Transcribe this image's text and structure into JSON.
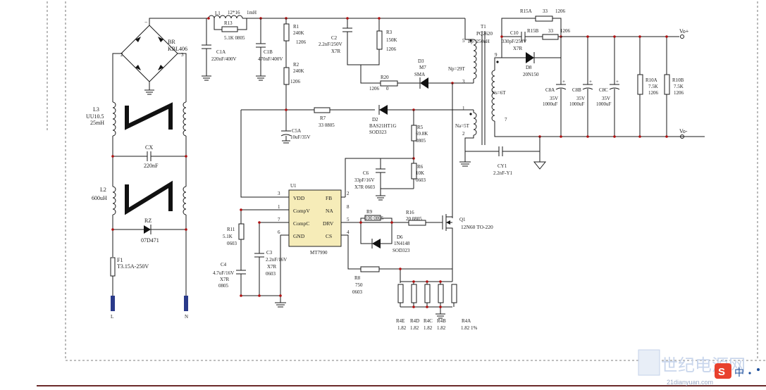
{
  "schematic": {
    "inductors": {
      "L1": "L1",
      "L1_value": "12*16",
      "L1_value2": "1mH",
      "L3": "L3",
      "L3_value": "UU10.5",
      "L3_value2": "25mH",
      "L2": "L2",
      "L2_value": "600uH"
    },
    "bridge": {
      "ref": "BR",
      "part": "KBL406",
      "pin2": "2",
      "pin3": "3"
    },
    "input": {
      "CX": "CX",
      "CX_value": "220nF",
      "RZ": "RZ",
      "RZ_part": "07D471",
      "F1": "F1",
      "F1_value": "T3.15A-250V",
      "L": "L",
      "N": "N"
    },
    "primary": {
      "C1A": "C1A",
      "C1A_value": "220nF/400V",
      "C1B": "C1B",
      "C1B_value": "470nF/400V",
      "R13": "R13",
      "R13_value": "5.1K  0805",
      "R1": "R1",
      "R1_value": "240K",
      "R1_pkg": "1206",
      "R2": "R2",
      "R2_value": "240K",
      "R2_pkg": "1206",
      "C2": "C2",
      "C2_value": "2.2nF/250V",
      "C2_type": "X7R",
      "R3": "R3",
      "R3_value": "150K",
      "R3_pkg": "1206",
      "D3": "D3",
      "D3_part": "M7",
      "D3_pkg": "SMA",
      "R20": "R20",
      "R20_value": "0",
      "R20_pkg": "1206",
      "T1": "T1",
      "T1_part": "PQ2620",
      "T1_lp": "Lp=250uH",
      "Np": "Np=29T",
      "Ns": "Ns=6T",
      "Na": "Na=5T",
      "pin5": "5",
      "pin3": "3",
      "pin1": "1",
      "pin2": "2",
      "pin9": "9",
      "pin7": "7",
      "C5A": "C5A",
      "C5A_value": "10uF/35V",
      "R7": "R7",
      "R7_value": "33  0805",
      "D2": "D2",
      "D2_part": "BAS21HT1G",
      "D2_pkg": "SOD323",
      "R5": "R5",
      "R5_value": "69.8K",
      "R5_pkg": "0805",
      "C6": "C6",
      "C6_value": "33pF/16V",
      "C6_pkg": "X7R  0603",
      "R6": "R6",
      "R6_value": "10K",
      "R6_pkg": "0603"
    },
    "secondary": {
      "R15A": "R15A",
      "R15A_value": "33",
      "R15A_pkg": "1206",
      "C10": "C10",
      "C10_value": "330pF/250V",
      "C10_type": "X7R",
      "R15B": "R15B",
      "R15B_value": "33",
      "R15B_pkg": "1206",
      "D8": "D8",
      "D8_part": "20N150",
      "C8A": "C8A",
      "C8A_v": "35V",
      "C8A_value": "1000uF",
      "C8B": "C8B",
      "C8B_v": "35V",
      "C8B_value": "1000uF",
      "C8C": "C8C",
      "C8C_v": "35V",
      "C8C_value": "1000uF",
      "R10A": "R10A",
      "R10A_value": "7.5K",
      "R10A_pkg": "1206",
      "R10B": "R10B",
      "R10B_value": "7.5K",
      "R10B_pkg": "1206",
      "vo_plus": "Vo+",
      "vo_minus": "Vo-",
      "CY1": "CY1",
      "CY1_value": "2.2nF-Y1"
    },
    "controller": {
      "U1": "U1",
      "part": "MT7990",
      "pins_left": [
        "VDD",
        "CompV",
        "CompC",
        "GND"
      ],
      "pins_right": [
        "FB",
        "NA",
        "DRV",
        "CS"
      ],
      "pin_nums_left": [
        "3",
        "1",
        "7",
        "6"
      ],
      "pin_nums_right": [
        "2",
        "8",
        "5",
        "4"
      ]
    },
    "drive": {
      "R11": "R11",
      "R11_value": "5.1K",
      "R11_pkg": "0603",
      "C3": "C3",
      "C3_value": "2.2nF/16V",
      "C3_type": "X7R",
      "C3_pkg": "0603",
      "C4": "C4",
      "C4_value": "4.7uF/16V",
      "C4_type": "X7R",
      "C4_pkg": "0805",
      "R9": "R9",
      "R9_value": "100   0805",
      "R16": "R16",
      "R16_value": "20   0805",
      "D6": "D6",
      "D6_part": "1N4148",
      "D6_pkg": "SOD323",
      "Q1": "Q1",
      "Q1_part": "12N60  TO-220",
      "R8": "R8",
      "R8_value": "750",
      "R8_pkg": "0603",
      "R4E": "R4E",
      "R4E_value": "1.82",
      "R4D": "R4D",
      "R4D_value": "1.82",
      "R4C": "R4C",
      "R4C_value": "1.82",
      "R4B": "R4B",
      "R4B_value": "1.82",
      "R4A": "R4A",
      "R4A_value": "1.82  1%"
    },
    "watermark": {
      "site": "21dianyuan.com",
      "logo_text": "世纪电源网",
      "badge": "中"
    }
  }
}
